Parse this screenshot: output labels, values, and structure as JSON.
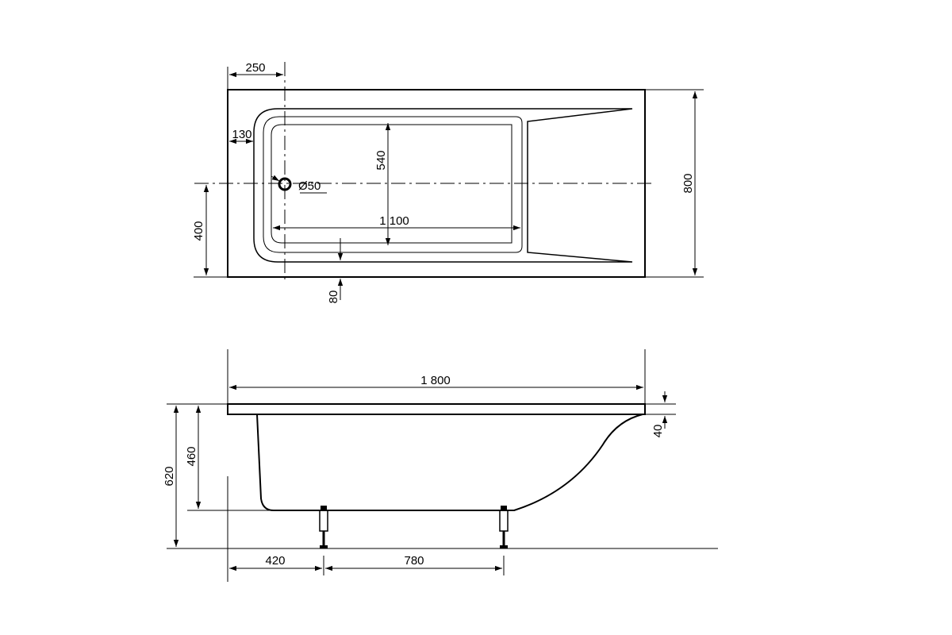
{
  "colors": {
    "stroke": "#000000",
    "background": "#ffffff"
  },
  "plan_view": {
    "dim_drain_offset": "250",
    "dim_side_offset": "130",
    "dim_inner_width": "540",
    "dim_drain_diameter": "Ø50",
    "dim_inner_length": "1 100",
    "dim_drain_center": "400",
    "dim_bottom_offset": "80",
    "dim_total_width": "800"
  },
  "side_view": {
    "dim_total_length": "1 800",
    "dim_rim_thickness": "40",
    "dim_bath_height": "460",
    "dim_total_height": "620",
    "dim_leg1_offset": "420",
    "dim_leg_spacing": "780"
  }
}
